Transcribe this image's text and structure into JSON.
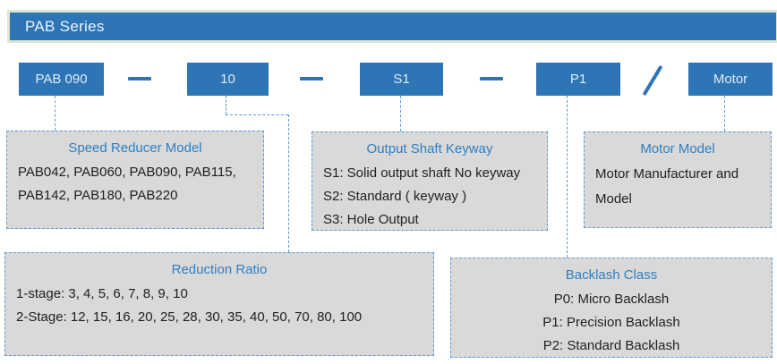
{
  "header": {
    "title": "PAB Series"
  },
  "order_code": {
    "segments": [
      {
        "name": "speed-reducer-model",
        "value": "PAB 090"
      },
      {
        "name": "reduction-ratio",
        "value": "10"
      },
      {
        "name": "output-shaft-keyway",
        "value": "S1"
      },
      {
        "name": "backlash-class",
        "value": "P1"
      },
      {
        "name": "motor-model",
        "value": "Motor"
      }
    ],
    "separators": [
      "-",
      "-",
      "-",
      "/"
    ]
  },
  "callouts": [
    {
      "title": "Speed Reducer Model",
      "lines": [
        "PAB042, PAB060, PAB090, PAB115,",
        "PAB142, PAB180, PAB220"
      ]
    },
    {
      "title": "Output Shaft Keyway",
      "lines": [
        "S1: Solid output shaft No keyway",
        "S2: Standard ( keyway )",
        "S3: Hole Output"
      ]
    },
    {
      "title": "Motor Model",
      "lines": [
        "Motor Manufacturer and Model"
      ]
    },
    {
      "title": "Reduction Ratio",
      "lines": [
        "1-stage: 3, 4, 5, 6, 7, 8, 9, 10",
        "2-Stage: 12, 15, 16, 20, 25, 28, 30, 35, 40, 50, 70, 80, 100"
      ]
    },
    {
      "title": "Backlash Class",
      "lines": [
        "P0: Micro Backlash",
        "P1: Precision Backlash",
        "P2: Standard Backlash"
      ]
    }
  ],
  "colors": {
    "accent_blue": "#2E75B6",
    "callout_title_blue": "#2F7FC1",
    "callout_fill_gray": "#D9D9D9",
    "dashed_line_blue": "#5B9BD5",
    "header_outline_green": "#DBE7D5",
    "body_text": "#1F1F1F",
    "segment_text": "#DEEBF7"
  }
}
